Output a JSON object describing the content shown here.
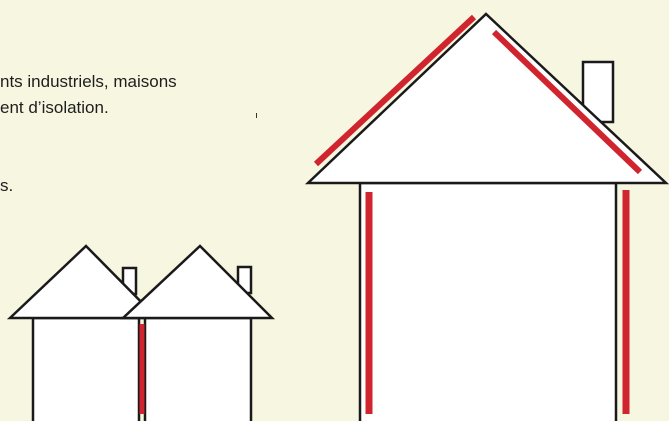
{
  "text": {
    "line1": "nts industriels, maisons",
    "line2": "ent d’isolation.",
    "line3": "s."
  },
  "colors": {
    "background": "#f7f6e1",
    "outline": "#1a1a1a",
    "insulation": "#d0242e",
    "fill": "#ffffff"
  }
}
